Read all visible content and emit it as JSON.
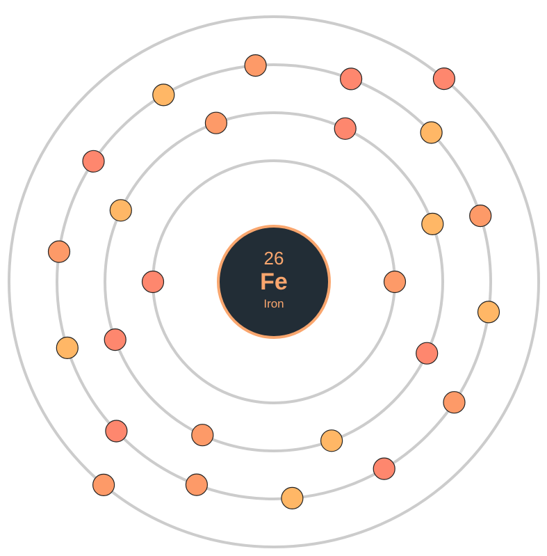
{
  "element": {
    "atomic_number": "26",
    "symbol": "Fe",
    "name": "Iron"
  },
  "colors": {
    "orbit": "#cccccc",
    "nucleus_fill": "#222d36",
    "nucleus_accent": "#f9a66e",
    "electron_light": "#ffb766",
    "electron_mid": "#fd9a68",
    "electron_red": "#fe876e"
  },
  "shells": [
    {
      "electron_count": 2
    },
    {
      "electron_count": 8
    },
    {
      "electron_count": 14
    },
    {
      "electron_count": 2
    }
  ]
}
